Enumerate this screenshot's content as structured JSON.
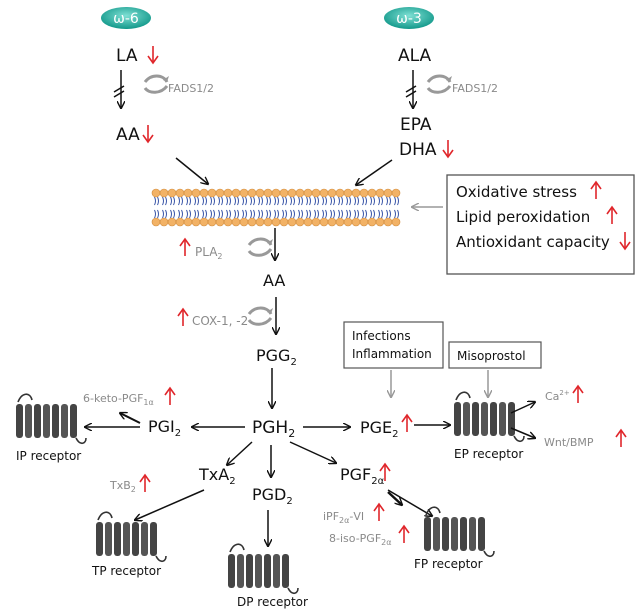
{
  "omega": {
    "w6": "ω-6",
    "w3": "ω-3"
  },
  "fatty": {
    "la": "LA",
    "ala": "ALA",
    "aa_top": "AA",
    "epa": "EPA",
    "dha": "DHA"
  },
  "enzymes": {
    "fads_left": "FADS1/2",
    "fads_right": "FADS1/2",
    "pla2": "PLA",
    "pla2_sub": "2",
    "cox": "COX-1, -2"
  },
  "stress_box": {
    "line1": "Oxidative stress",
    "line2": "Lipid peroxidation",
    "line3": "Antioxidant capacity"
  },
  "mediators": {
    "aa": "AA",
    "pgg2": "PGG",
    "pgg2_sub": "2",
    "pgh2": "PGH",
    "pgh2_sub": "2",
    "pgi2": "PGI",
    "pgi2_sub": "2",
    "pge2": "PGE",
    "pge2_sub": "2",
    "txa2": "TxA",
    "txa2_sub": "2",
    "pgd2": "PGD",
    "pgd2_sub": "2",
    "pgf2a": "PGF",
    "pgf2a_sub": "2α"
  },
  "metabolites": {
    "keto": "6-keto-PGF",
    "keto_sub": "1α",
    "txb2": "TxB",
    "txb2_sub": "2",
    "ipf": "iPF",
    "ipf_sub": "2α",
    "ipf_suffix": "-VI",
    "iso": "8-iso-PGF",
    "iso_sub": "2α"
  },
  "boxes": {
    "infections": "Infections",
    "inflammation": "Inflammation",
    "misoprostol": "Misoprostol"
  },
  "ep_outputs": {
    "ca": "Ca",
    "ca_sup": "2+",
    "wnt": "Wnt/BMP"
  },
  "receptors": {
    "ip": "IP receptor",
    "ep": "EP receptor",
    "tp": "TP receptor",
    "fp": "FP receptor",
    "dp": "DP receptor"
  },
  "colors": {
    "omega_fill": "#1aa89a",
    "up_down_arrow": "#e0262b",
    "membrane_head": "#f2b266",
    "membrane_tail": "#3a56a8",
    "receptor": "#333333"
  }
}
